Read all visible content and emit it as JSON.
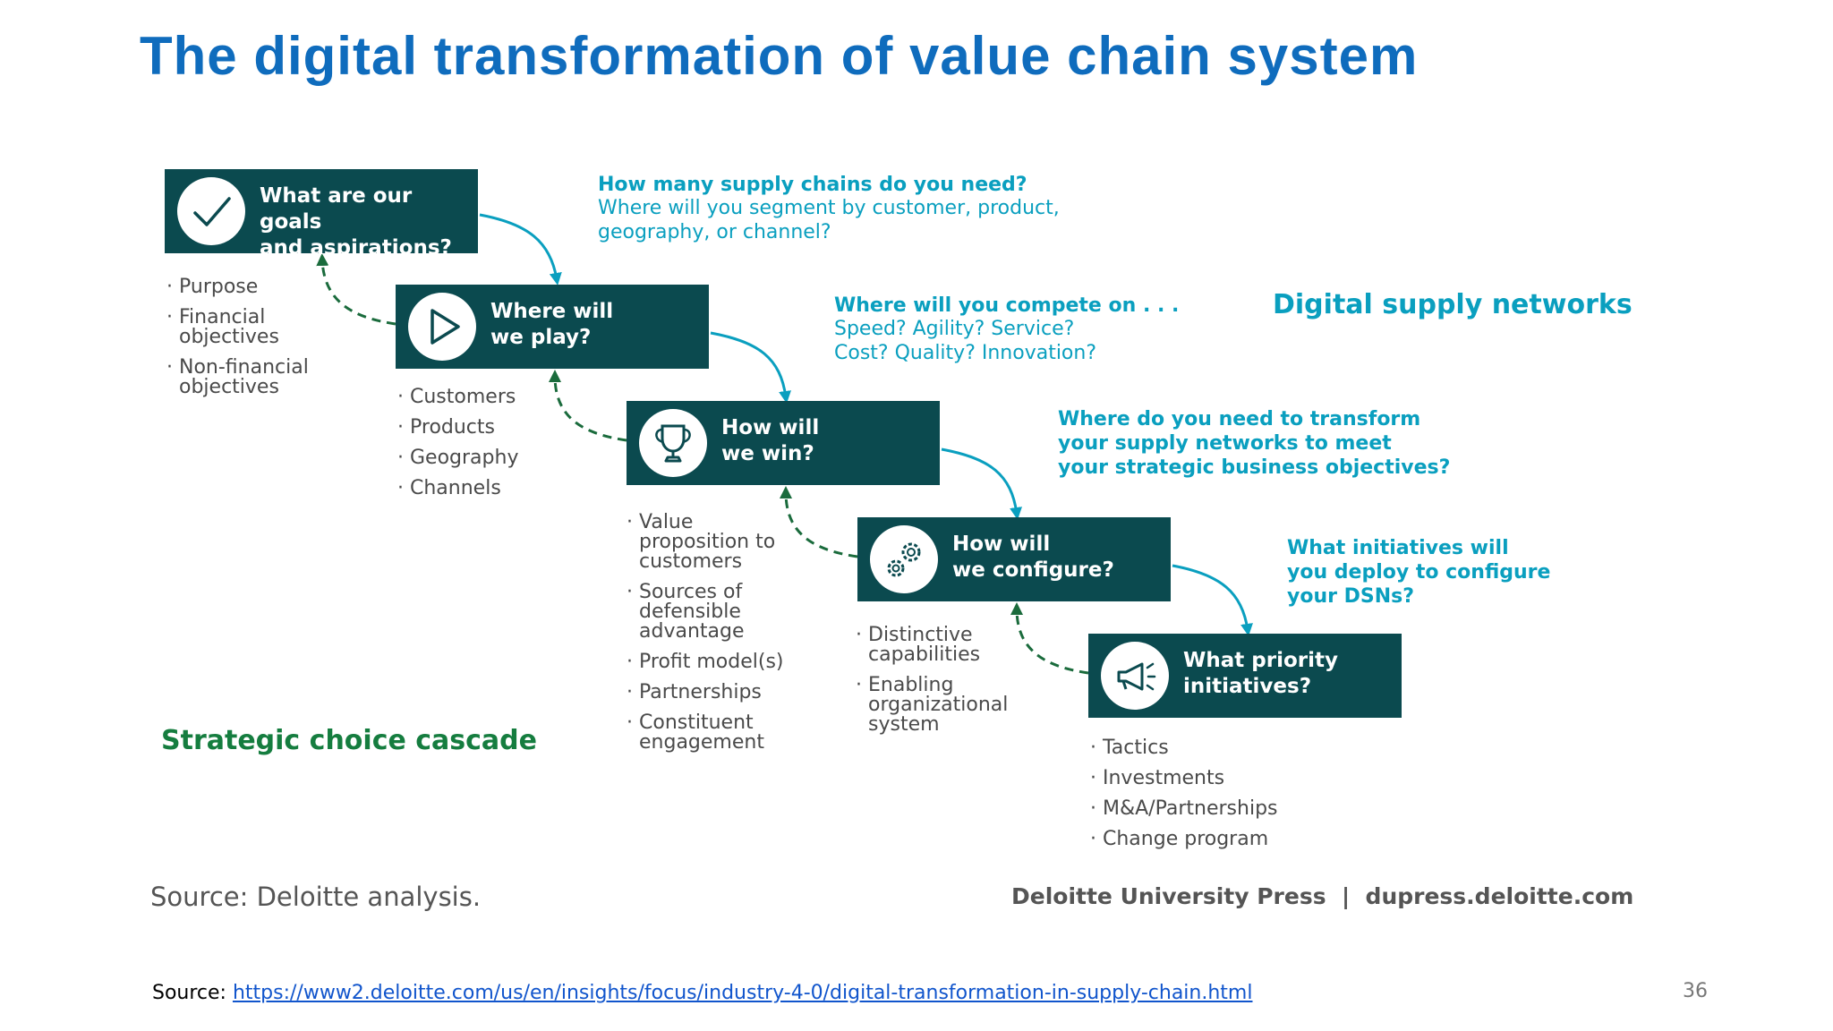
{
  "title": "The digital transformation of value chain system",
  "steps": [
    {
      "label": "What are our goals\nand aspirations?",
      "icon": "checkmark-icon",
      "bullets": [
        "Purpose",
        "Financial\nobjectives",
        "Non-financial\nobjectives"
      ]
    },
    {
      "label": "Where will\nwe play?",
      "icon": "play-icon",
      "bullets": [
        "Customers",
        "Products",
        "Geography",
        "Channels"
      ]
    },
    {
      "label": "How will\nwe win?",
      "icon": "trophy-icon",
      "bullets": [
        "Value\nproposition to\ncustomers",
        "Sources of\ndefensible\nadvantage",
        "Profit model(s)",
        "Partnerships",
        "Constituent\nengagement"
      ]
    },
    {
      "label": "How will\nwe configure?",
      "icon": "gears-icon",
      "bullets": [
        "Distinctive\ncapabilities",
        "Enabling\norganizational\nsystem"
      ]
    },
    {
      "label": "What priority\ninitiatives?",
      "icon": "megaphone-icon",
      "bullets": [
        "Tactics",
        "Investments",
        "M&A/Partnerships",
        "Change program"
      ]
    }
  ],
  "questions": [
    {
      "head": "How many supply chains do you need?",
      "body": "Where will you segment by customer, product,\ngeography, or channel?"
    },
    {
      "head": "Where will you compete on . . .",
      "body": "Speed? Agility? Service?\nCost? Quality? Innovation?"
    },
    {
      "head": "Where do you need to transform\nyour supply networks to meet\nyour strategic business objectives?",
      "body": ""
    },
    {
      "head": "What initiatives will\nyou deploy to configure\nyour DSNs?",
      "body": ""
    }
  ],
  "dsn_label": "Digital supply networks",
  "cascade_label": "Strategic choice cascade",
  "source_note": "Source: Deloitte analysis.",
  "press_credit": "Deloitte University Press  |  dupress.deloitte.com",
  "footer": {
    "prefix": "Source: ",
    "url": "https://www2.deloitte.com/us/en/insights/focus/industry-4-0/digital-transformation-in-supply-chain.html"
  },
  "page_number": "36",
  "colors": {
    "box": "#0b4a4f",
    "question": "#0a9fbf",
    "dashed": "#1a6b3c",
    "title": "#0f6cbd"
  }
}
